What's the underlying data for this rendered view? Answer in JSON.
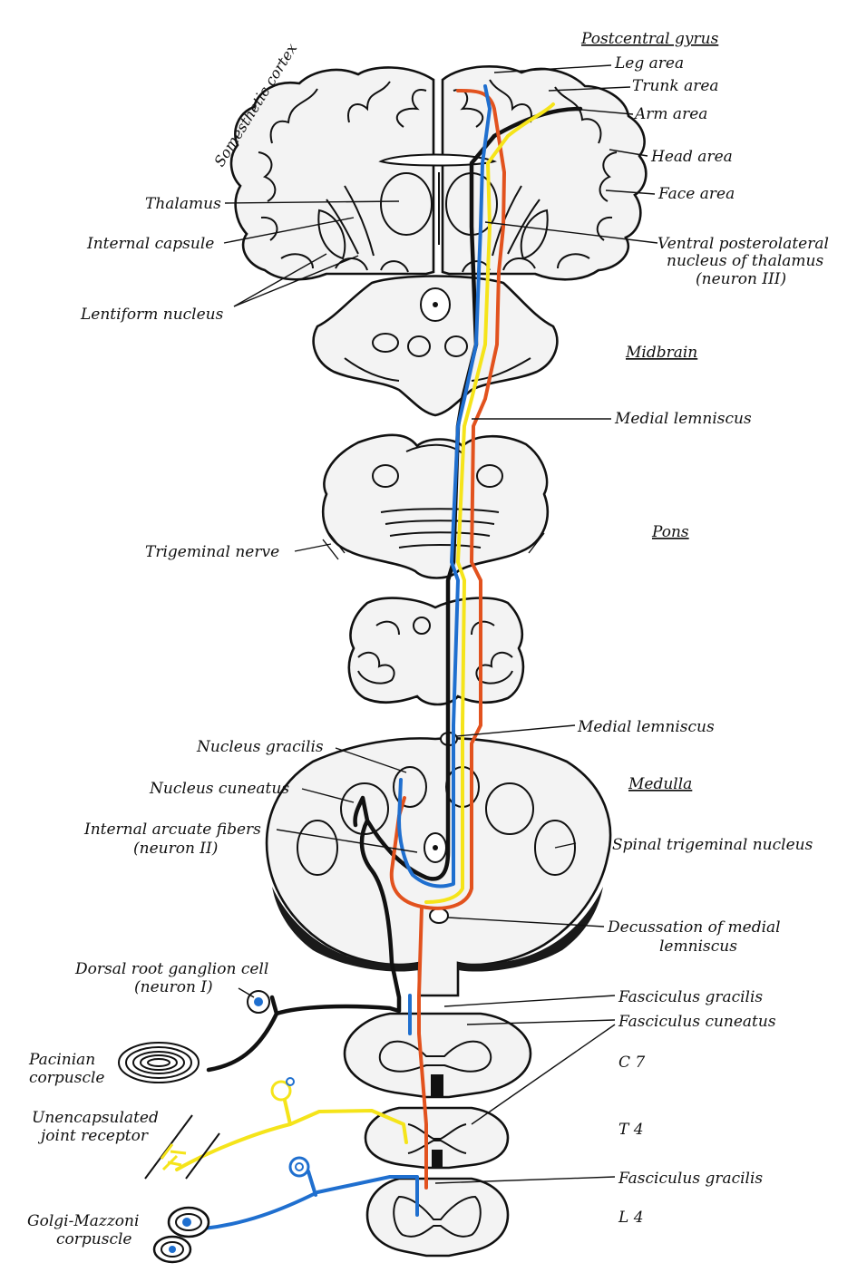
{
  "labels": {
    "postcentral_gyrus": "Postcentral gyrus",
    "leg_area": "Leg area",
    "trunk_area": "Trunk area",
    "arm_area": "Arm area",
    "head_area": "Head area",
    "face_area": "Face area",
    "somesthetic_cortex": "Somesthetic cortex",
    "thalamus": "Thalamus",
    "internal_capsule": "Internal capsule",
    "vpl_line1": "Ventral posterolateral",
    "vpl_line2": "nucleus of thalamus",
    "vpl_line3": "(neuron III)",
    "lentiform_nucleus": "Lentiform nucleus",
    "midbrain": "Midbrain",
    "medial_lemniscus_upper": "Medial lemniscus",
    "pons": "Pons",
    "trigeminal_nerve": "Trigeminal nerve",
    "medial_lemniscus_lower": "Medial lemniscus",
    "nucleus_gracilis": "Nucleus gracilis",
    "medulla": "Medulla",
    "nucleus_cuneatus": "Nucleus cuneatus",
    "internal_arcuate_line1": "Internal arcuate fibers",
    "internal_arcuate_line2": "(neuron II)",
    "spinal_trigeminal_nucleus": "Spinal trigeminal nucleus",
    "decussation_line1": "Decussation of medial",
    "decussation_line2": "lemniscus",
    "drg_line1": "Dorsal root ganglion cell",
    "drg_line2": "(neuron I)",
    "fasciculus_gracilis_upper": "Fasciculus gracilis",
    "fasciculus_cuneatus": "Fasciculus cuneatus",
    "pacinian_line1": "Pacinian",
    "pacinian_line2": "corpuscle",
    "c7": "C 7",
    "unencap_line1": "Unencapsulated",
    "unencap_line2": "joint receptor",
    "t4": "T 4",
    "fasciculus_gracilis_lower": "Fasciculus gracilis",
    "golgi_line1": "Golgi-Mazzoni",
    "golgi_line2": "corpuscle",
    "l4": "L 4"
  },
  "colors": {
    "pathway_black": "#111111",
    "pathway_red": "#e2521e",
    "pathway_yellow": "#f5e41a",
    "pathway_blue": "#1f6fcf",
    "tissue_fill": "#f3f3f3"
  }
}
